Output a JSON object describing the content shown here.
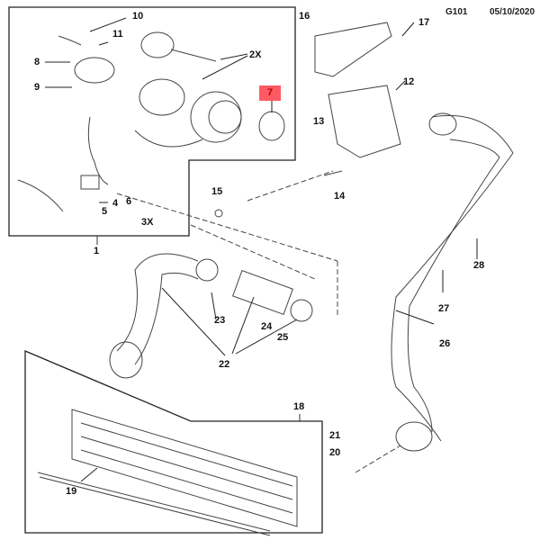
{
  "header": {
    "code": "G101",
    "date": "05/10/2020"
  },
  "highlight": {
    "part": "7",
    "color": "#ff5a63"
  },
  "labels": {
    "p1": "1",
    "p2x": "2X",
    "p3x": "3X",
    "p4": "4",
    "p5": "5",
    "p6": "6",
    "p8": "8",
    "p9": "9",
    "p10": "10",
    "p11": "11",
    "p12": "12",
    "p13": "13",
    "p14": "14",
    "p15": "15",
    "p16": "16",
    "p17": "17",
    "p18": "18",
    "p19": "19",
    "p20": "20",
    "p21": "21",
    "p22": "22",
    "p23": "23",
    "p24": "24",
    "p25": "25",
    "p26": "26",
    "p27": "27",
    "p28": "28"
  },
  "parts": [
    {
      "id": "turbocharger",
      "label": "1"
    },
    {
      "id": "charge-air-cooler",
      "label": "18"
    },
    {
      "id": "intake-hose",
      "label": "22"
    },
    {
      "id": "outlet-hose",
      "label": "26"
    },
    {
      "id": "heat-shield",
      "label": "16"
    },
    {
      "id": "exhaust-manifold-bracket",
      "label": "12"
    }
  ]
}
